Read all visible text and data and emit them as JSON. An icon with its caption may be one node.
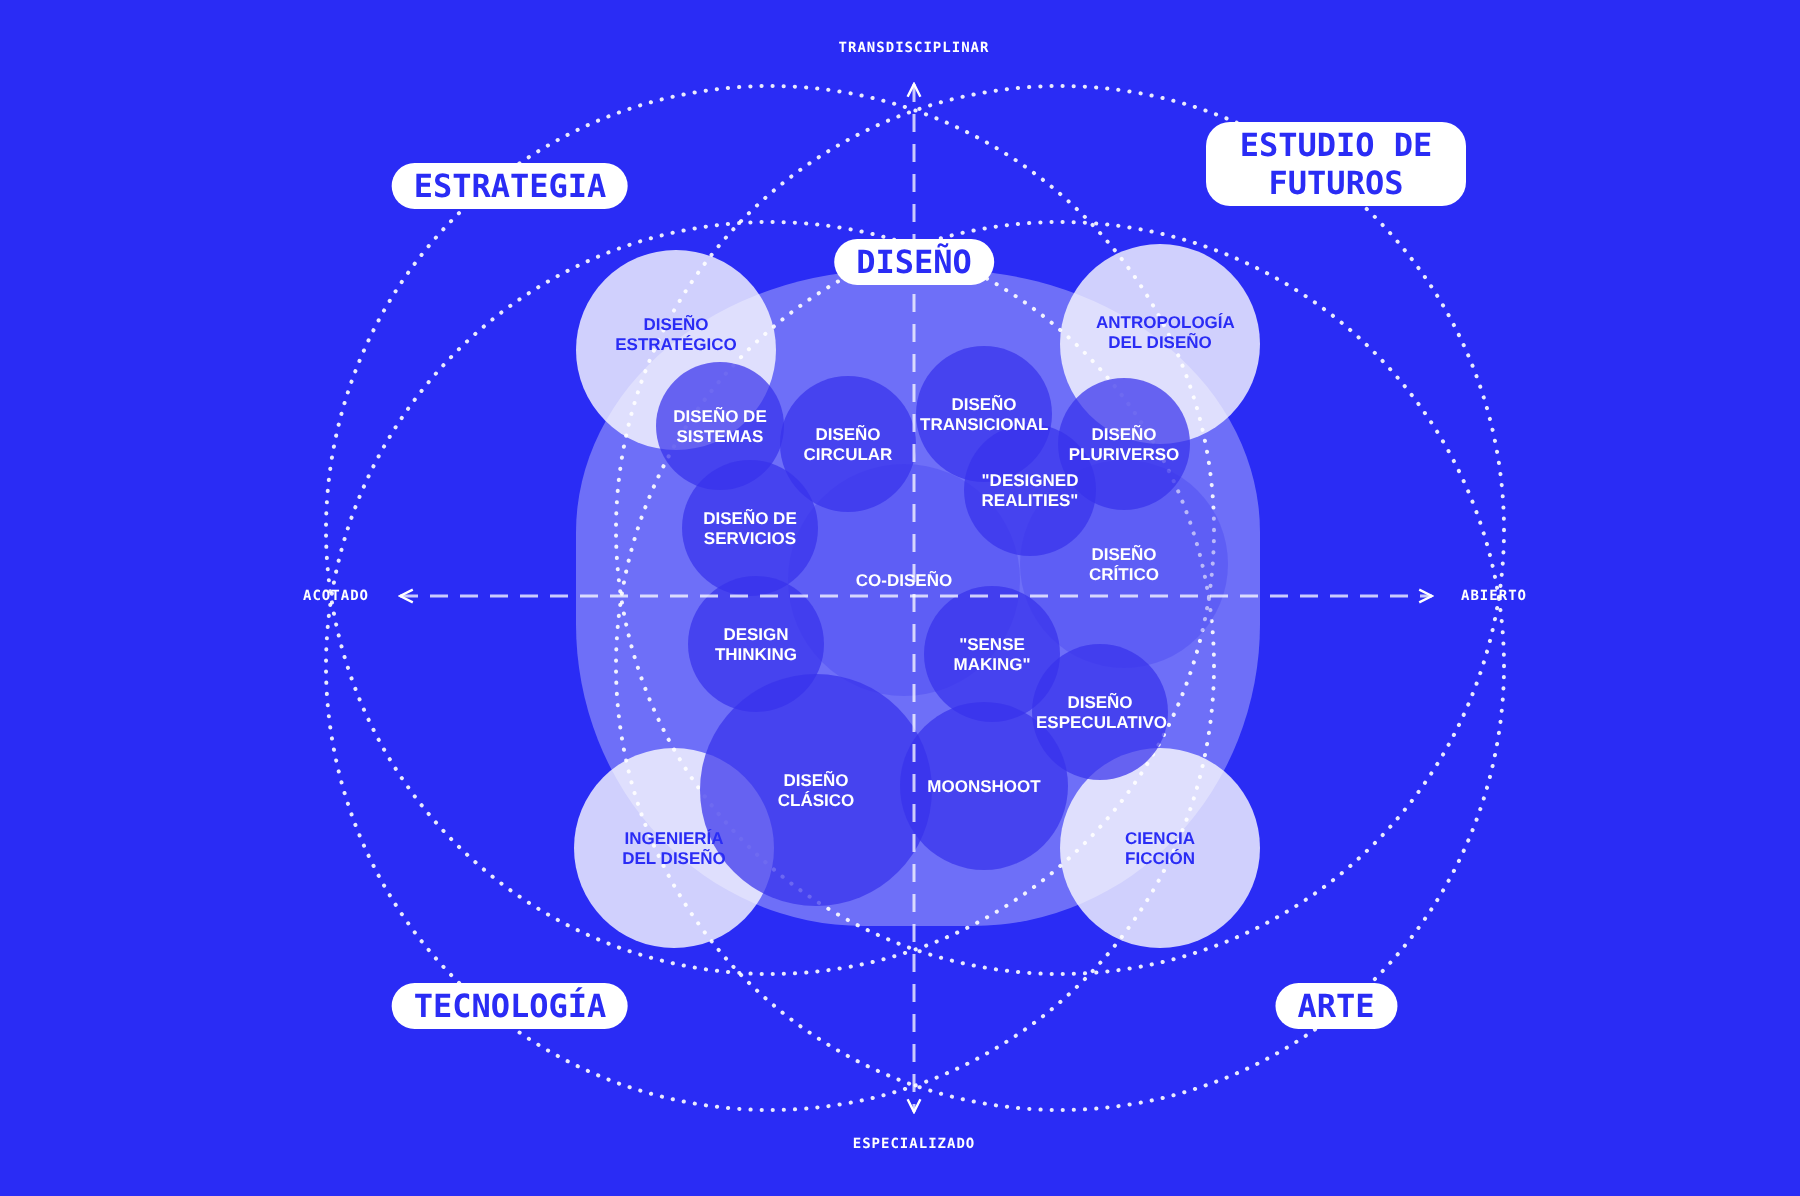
{
  "diagram": {
    "nodes": [
      {
        "text": [
          "ESTRATEGIA"
        ]
      },
      {
        "text": [
          "ESTUDIO DE FUTUROS"
        ]
      },
      {
        "text": [
          "DISEÑO"
        ]
      },
      {
        "text": [
          "DISEÑO ESTRATÉGICO"
        ]
      },
      {
        "text": [
          "ANTROPOLOGÍA DEL DISEÑO"
        ]
      },
      {
        "text": [
          "DISEÑO DE SISTEMAS"
        ],
        "in": 2
      },
      {
        "text": [
          "DISEÑO CIRCULAR"
        ],
        "in": 2
      },
      {
        "text": [
          "DISEÑO TRANSICIONAL"
        ],
        "in": 2
      },
      {
        "text": [
          "DISEÑO PLURIVERSO"
        ],
        "in": 2
      },
      {
        "text": [
          "DISEÑO DE SERVICIOS"
        ],
        "in": 2
      },
      {
        "text": [
          "\"DESIGNED REALITIES\""
        ],
        "in": 2
      },
      {
        "text": [
          "DISEÑO CRÍTICO"
        ],
        "in": 2
      },
      {
        "text": [
          "CO-DISEÑO"
        ],
        "in": 2
      },
      {
        "text": [
          "DESIGN THINKING"
        ],
        "in": 2
      },
      {
        "text": [
          "\"SENSE MAKING\""
        ],
        "in": 2
      },
      {
        "text": [
          "DISEÑO ESPECULATIVO"
        ],
        "in": 2
      },
      {
        "text": [
          "INGENIERÍA DEL DISEÑO"
        ]
      },
      {
        "text": [
          "DISEÑO CLÁSICO"
        ],
        "in": 2
      },
      {
        "text": [
          "MOONSHOOT"
        ],
        "in": 2
      },
      {
        "text": [
          "CIENCIA FICCIÓN"
        ]
      },
      {
        "text": [
          "TECNOLOGÍA"
        ]
      },
      {
        "text": [
          "ARTE"
        ]
      }
    ],
    "edges": [],
    "labels": [
      "TRANSDISCIPLINAR",
      "ACOTADO",
      "ABIERTO",
      "ESPECIALIZADO"
    ]
  }
}
